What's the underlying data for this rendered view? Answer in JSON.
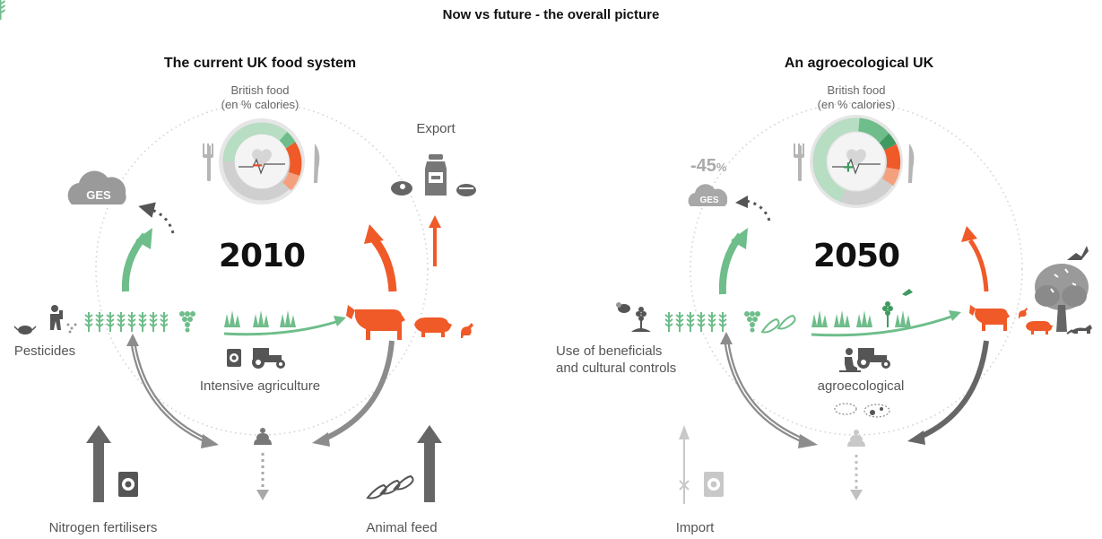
{
  "page_title": "Now vs future - the overall picture",
  "left": {
    "title": "The current UK food system",
    "donut_label_line1": "British food",
    "donut_label_line2": "(en % calories)",
    "year": "2010",
    "ges": "GES",
    "export": "Export",
    "pesticides": "Pesticides",
    "intensive": "Intensive agriculture",
    "nitrogen": "Nitrogen fertilisers",
    "animal_feed": "Animal feed",
    "health_sign": "−"
  },
  "right": {
    "title": "An agroecological UK",
    "donut_label_line1": "British food",
    "donut_label_line2": "(en % calories)",
    "year": "2050",
    "ges": "GES",
    "ges_reduction": "-45",
    "ges_reduction_unit": "%",
    "beneficials_line1": "Use of beneficials",
    "beneficials_line2": "and cultural controls",
    "agroecological": "agroecological",
    "import": "Import",
    "health_sign": "+"
  },
  "colors": {
    "green": "#6ebd8a",
    "light_green": "#b7ddc2",
    "dark_green": "#3f9a5f",
    "orange": "#ef5a28",
    "light_orange": "#f4a07d",
    "grey": "#8c8c8c",
    "light_grey": "#c8c8c8",
    "dark_grey": "#5e5e5e"
  }
}
